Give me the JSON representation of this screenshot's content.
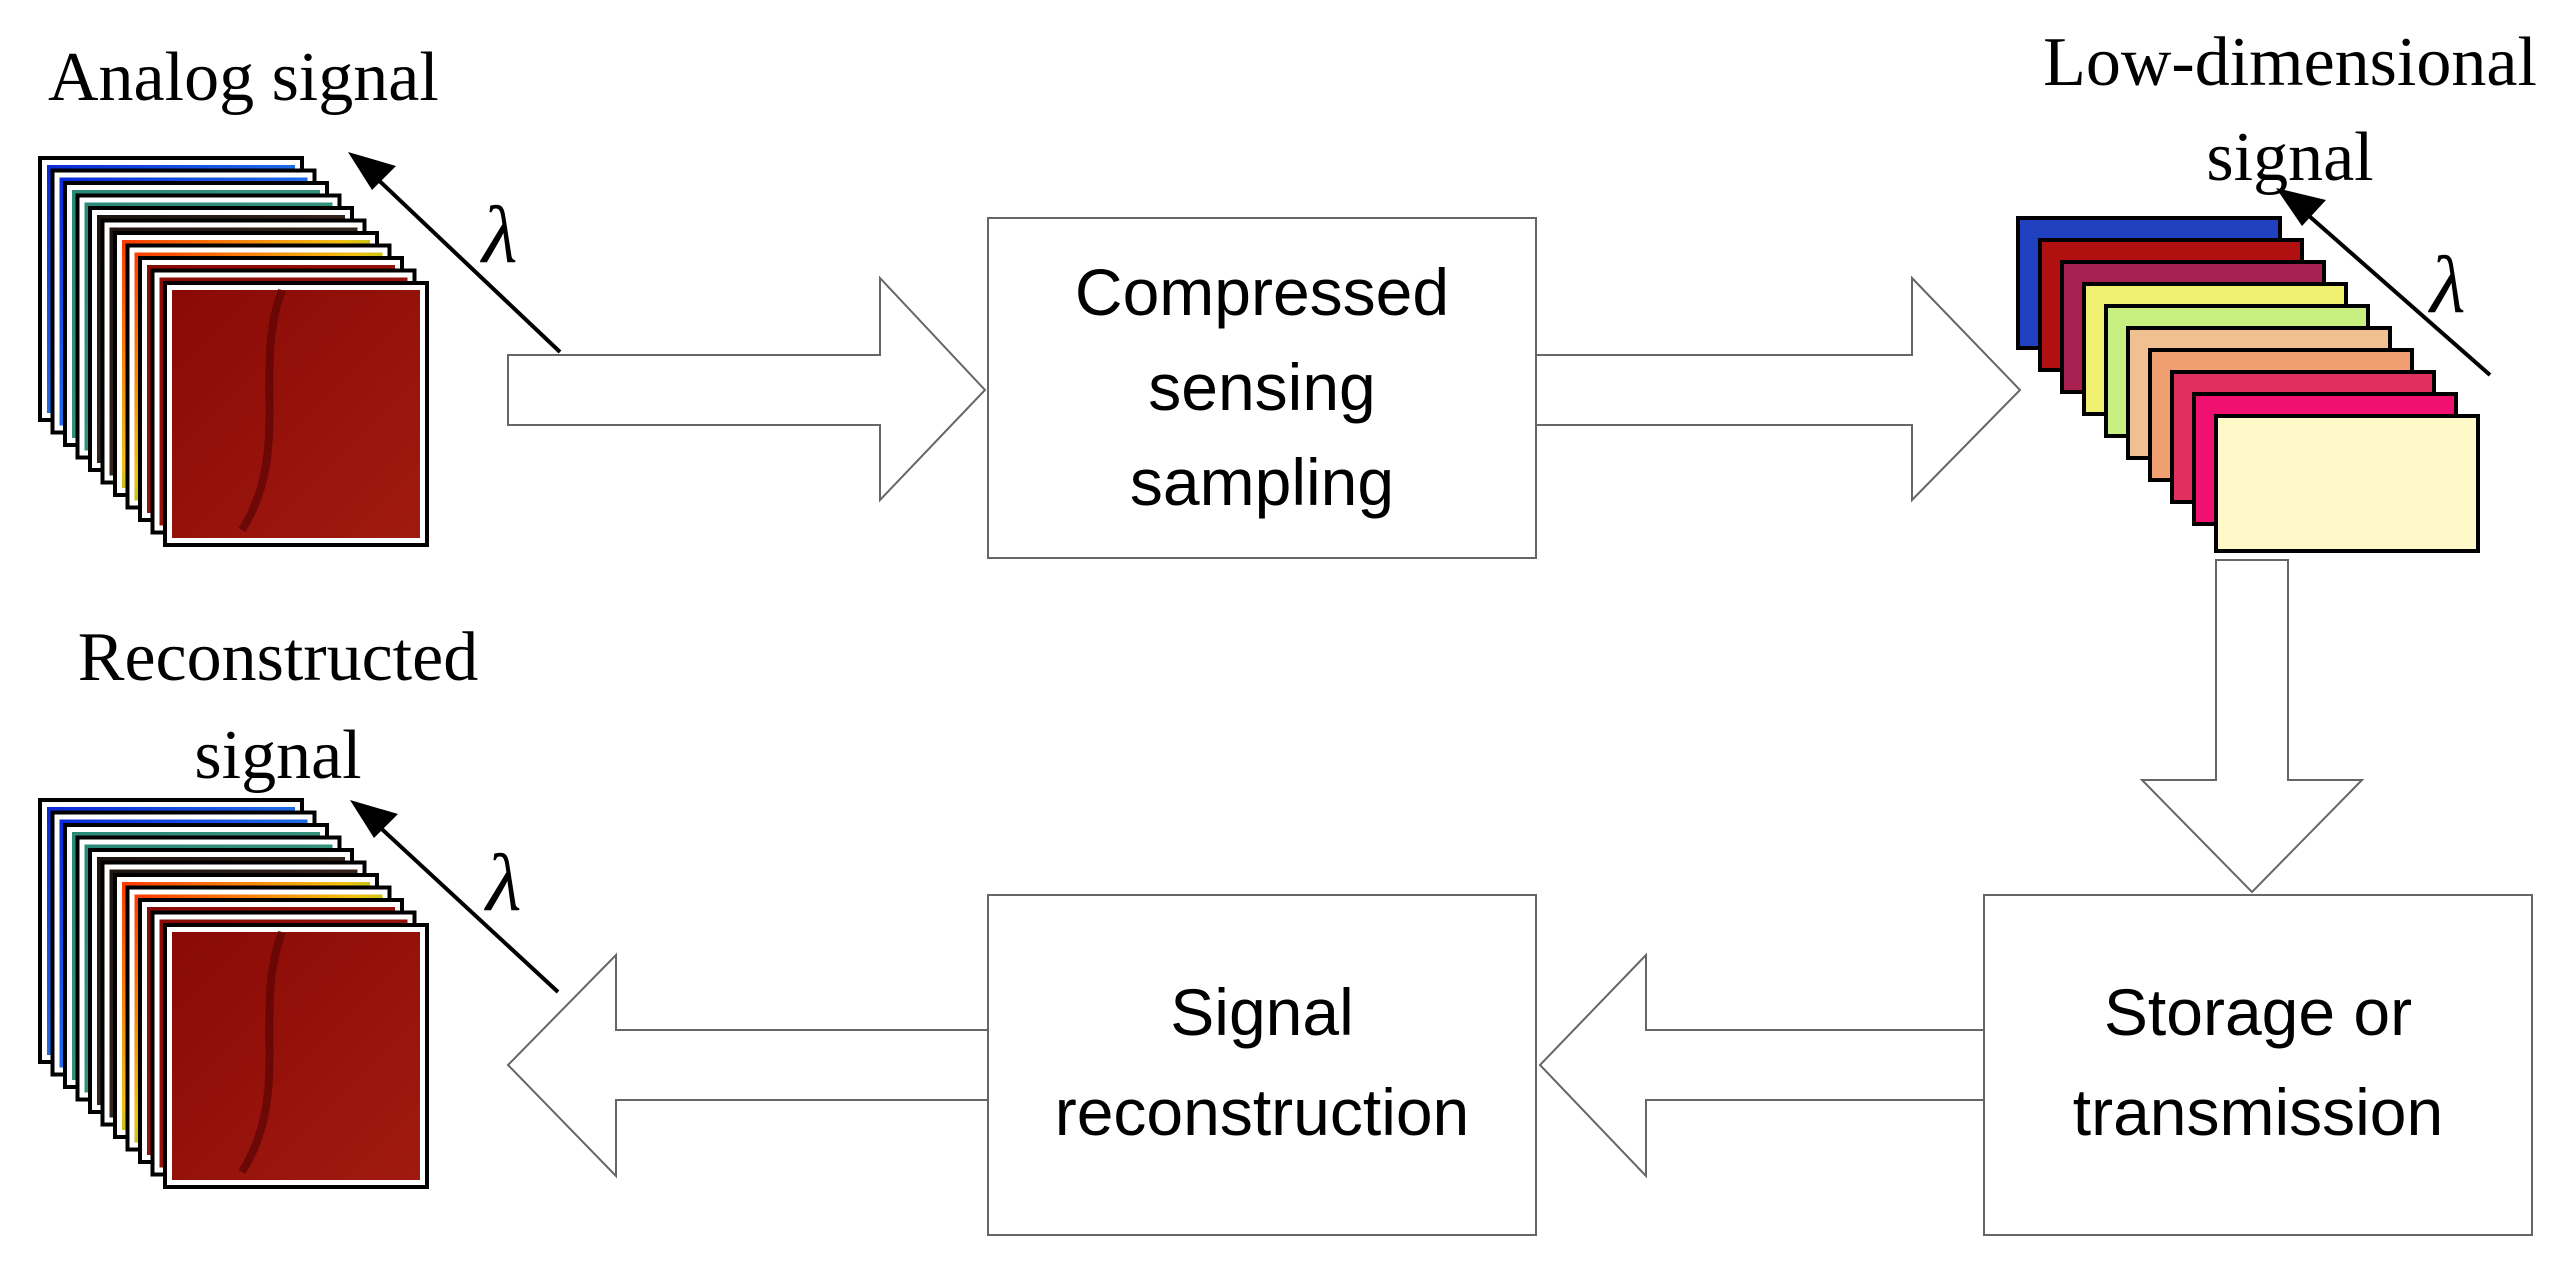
{
  "labels": {
    "analog": "Analog signal",
    "low_dim_line1": "Low-dimensional",
    "low_dim_line2": "signal",
    "reconstructed_line1": "Reconstructed",
    "reconstructed_line2": "signal",
    "lambda": "λ"
  },
  "boxes": {
    "cs_line1": "Compressed",
    "cs_line2": "sensing",
    "cs_line3": "sampling",
    "recon_line1": "Signal",
    "recon_line2": "reconstruction",
    "storage_line1": "Storage or",
    "storage_line2": "transmission"
  },
  "colors": {
    "hyperspectral_bands": [
      "#1f3fd0",
      "#1b5fe0",
      "#2e8a7a",
      "#3a7f6a",
      "#2a2018",
      "#3e2c20",
      "#e06a10",
      "#f0d020",
      "#d02010",
      "#a01010",
      "#800808"
    ],
    "low_dim_bands": [
      "#2040c0",
      "#b01010",
      "#a82050",
      "#f0f070",
      "#c8f080",
      "#f0c090",
      "#f0a070",
      "#e03060",
      "#f01070",
      "#fff8c8"
    ]
  }
}
